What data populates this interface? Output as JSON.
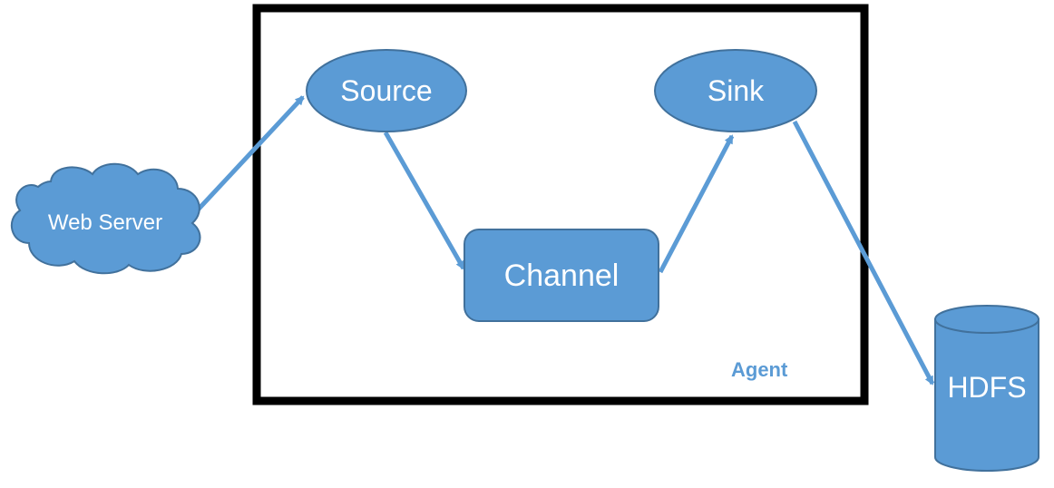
{
  "diagram": {
    "agent_label": "Agent",
    "nodes": {
      "web_server": "Web Server",
      "source": "Source",
      "channel": "Channel",
      "sink": "Sink",
      "hdfs": "HDFS"
    }
  },
  "colors": {
    "node_fill": "#5b9bd5",
    "node_stroke": "#41719c",
    "arrow": "#5b9bd5",
    "agent_border": "#000000",
    "agent_label": "#5b9bd5",
    "node_text": "#ffffff"
  }
}
